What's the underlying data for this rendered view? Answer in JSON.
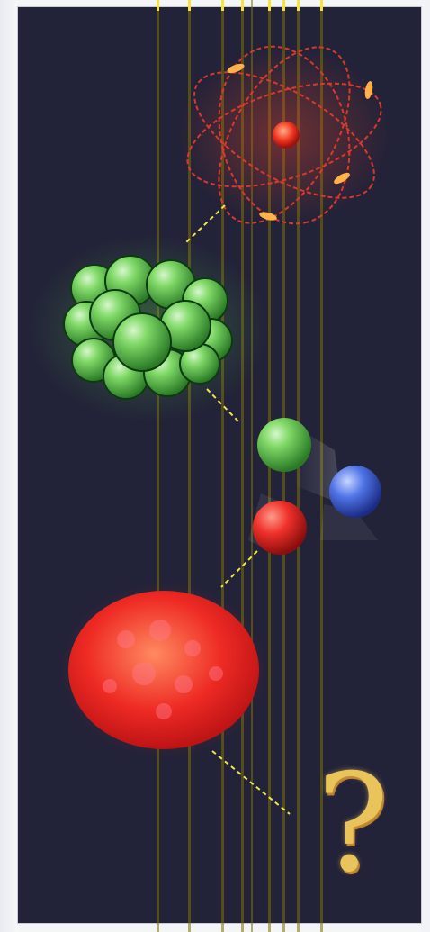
{
  "diagram": {
    "levels": [
      "atom",
      "nucleus",
      "nucleons",
      "nucleon",
      "unknown"
    ],
    "question_symbol": "?",
    "colors": {
      "background": "#222238",
      "stripe": "#7d7100",
      "connector": "#f2e44a",
      "orbit": "#e23a2a",
      "nucleus_green": "#58c04a",
      "sphere_red": "#e32424",
      "sphere_blue": "#3d63d9",
      "question": "#e8c45a"
    }
  }
}
